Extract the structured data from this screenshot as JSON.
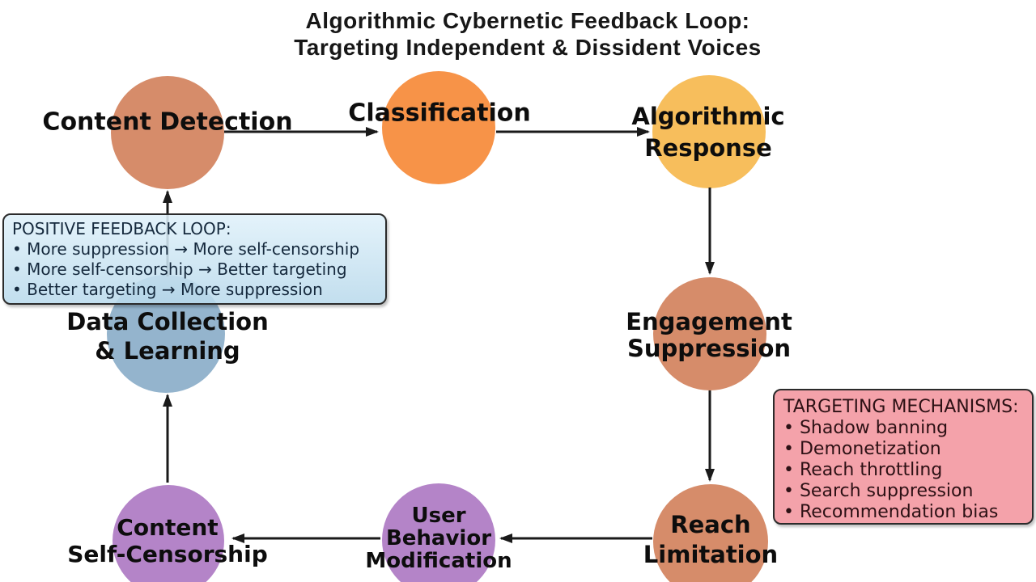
{
  "header": {
    "title_line1": "Algorithmic Cybernetic Feedback Loop:",
    "title_line2": "Targeting Independent & Dissident Voices"
  },
  "nodes": [
    {
      "lines": [
        "Content Detection"
      ],
      "color": "#d68c6a"
    },
    {
      "lines": [
        "Classification"
      ],
      "color": "#f79348"
    },
    {
      "lines": [
        "Algorithmic",
        "Response"
      ],
      "color": "#f7be5c"
    },
    {
      "lines": [
        "Data Collection",
        "& Learning"
      ],
      "color": "#94b4cd"
    },
    {
      "lines": [
        "Engagement",
        "Suppression"
      ],
      "color": "#d68c6a"
    },
    {
      "lines": [
        "Reach",
        "Limitation"
      ],
      "color": "#d68c6a"
    },
    {
      "lines": [
        "User",
        "Behavior",
        "Modification"
      ],
      "color": "#b484c8"
    },
    {
      "lines": [
        "Content",
        "Self-Censorship"
      ],
      "color": "#b484c8"
    }
  ],
  "boxes": {
    "positive_feedback": {
      "title": "POSITIVE FEEDBACK LOOP:",
      "items": [
        "• More suppression → More self-censorship",
        "• More self-censorship → Better targeting",
        "• Better targeting → More suppression"
      ],
      "bg": "#cbe4f0"
    },
    "targeting": {
      "title": "TARGETING MECHANISMS:",
      "items": [
        "• Shadow banning",
        "• Demonetization",
        "• Reach throttling",
        "• Search suppression",
        "• Recommendation bias"
      ],
      "bg": "#f49ea7"
    }
  },
  "colors": {
    "arrow": "#1a1a1a"
  }
}
